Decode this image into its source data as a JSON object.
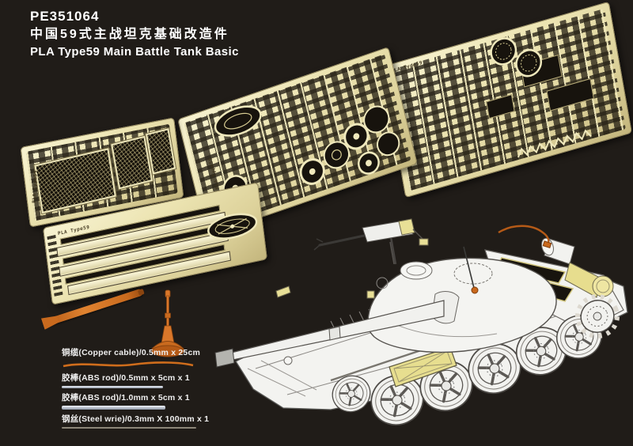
{
  "header": {
    "code": "PE351064",
    "title_zh": "中国59式主战坦克基础改造件",
    "title_en": "PLA Type59 Main Battle Tank Basic"
  },
  "fret_etch_label": "PLA Type59",
  "parts_list": [
    {
      "name": "copper-cable",
      "label": "铜缆(Copper cable)/0.5mm x 25cm"
    },
    {
      "name": "abs-rod-0-5mm",
      "label": "胶棒(ABS rod)/0.5mm x 5cm x 1"
    },
    {
      "name": "abs-rod-1-0mm",
      "label": "胶棒(ABS rod)/1.0mm x 5cm x 1"
    },
    {
      "name": "steel-wire",
      "label": "钢丝(Steel wrie)/0.3mm X 100mm x 1"
    }
  ],
  "illustration": {
    "subject": "PLA Type 59 main battle tank line drawing with photo-etch parts highlighted"
  },
  "colors": {
    "background": "#201c18",
    "brass_fret": "#ece4b2",
    "brass_shadow": "#c3b57c",
    "etched_dark": "#17130d",
    "copper_orange": "#d9772a",
    "pe_highlight_yellow": "#e7de8f",
    "line_art_white": "#f3f3f0",
    "text_white": "#ffffff"
  }
}
